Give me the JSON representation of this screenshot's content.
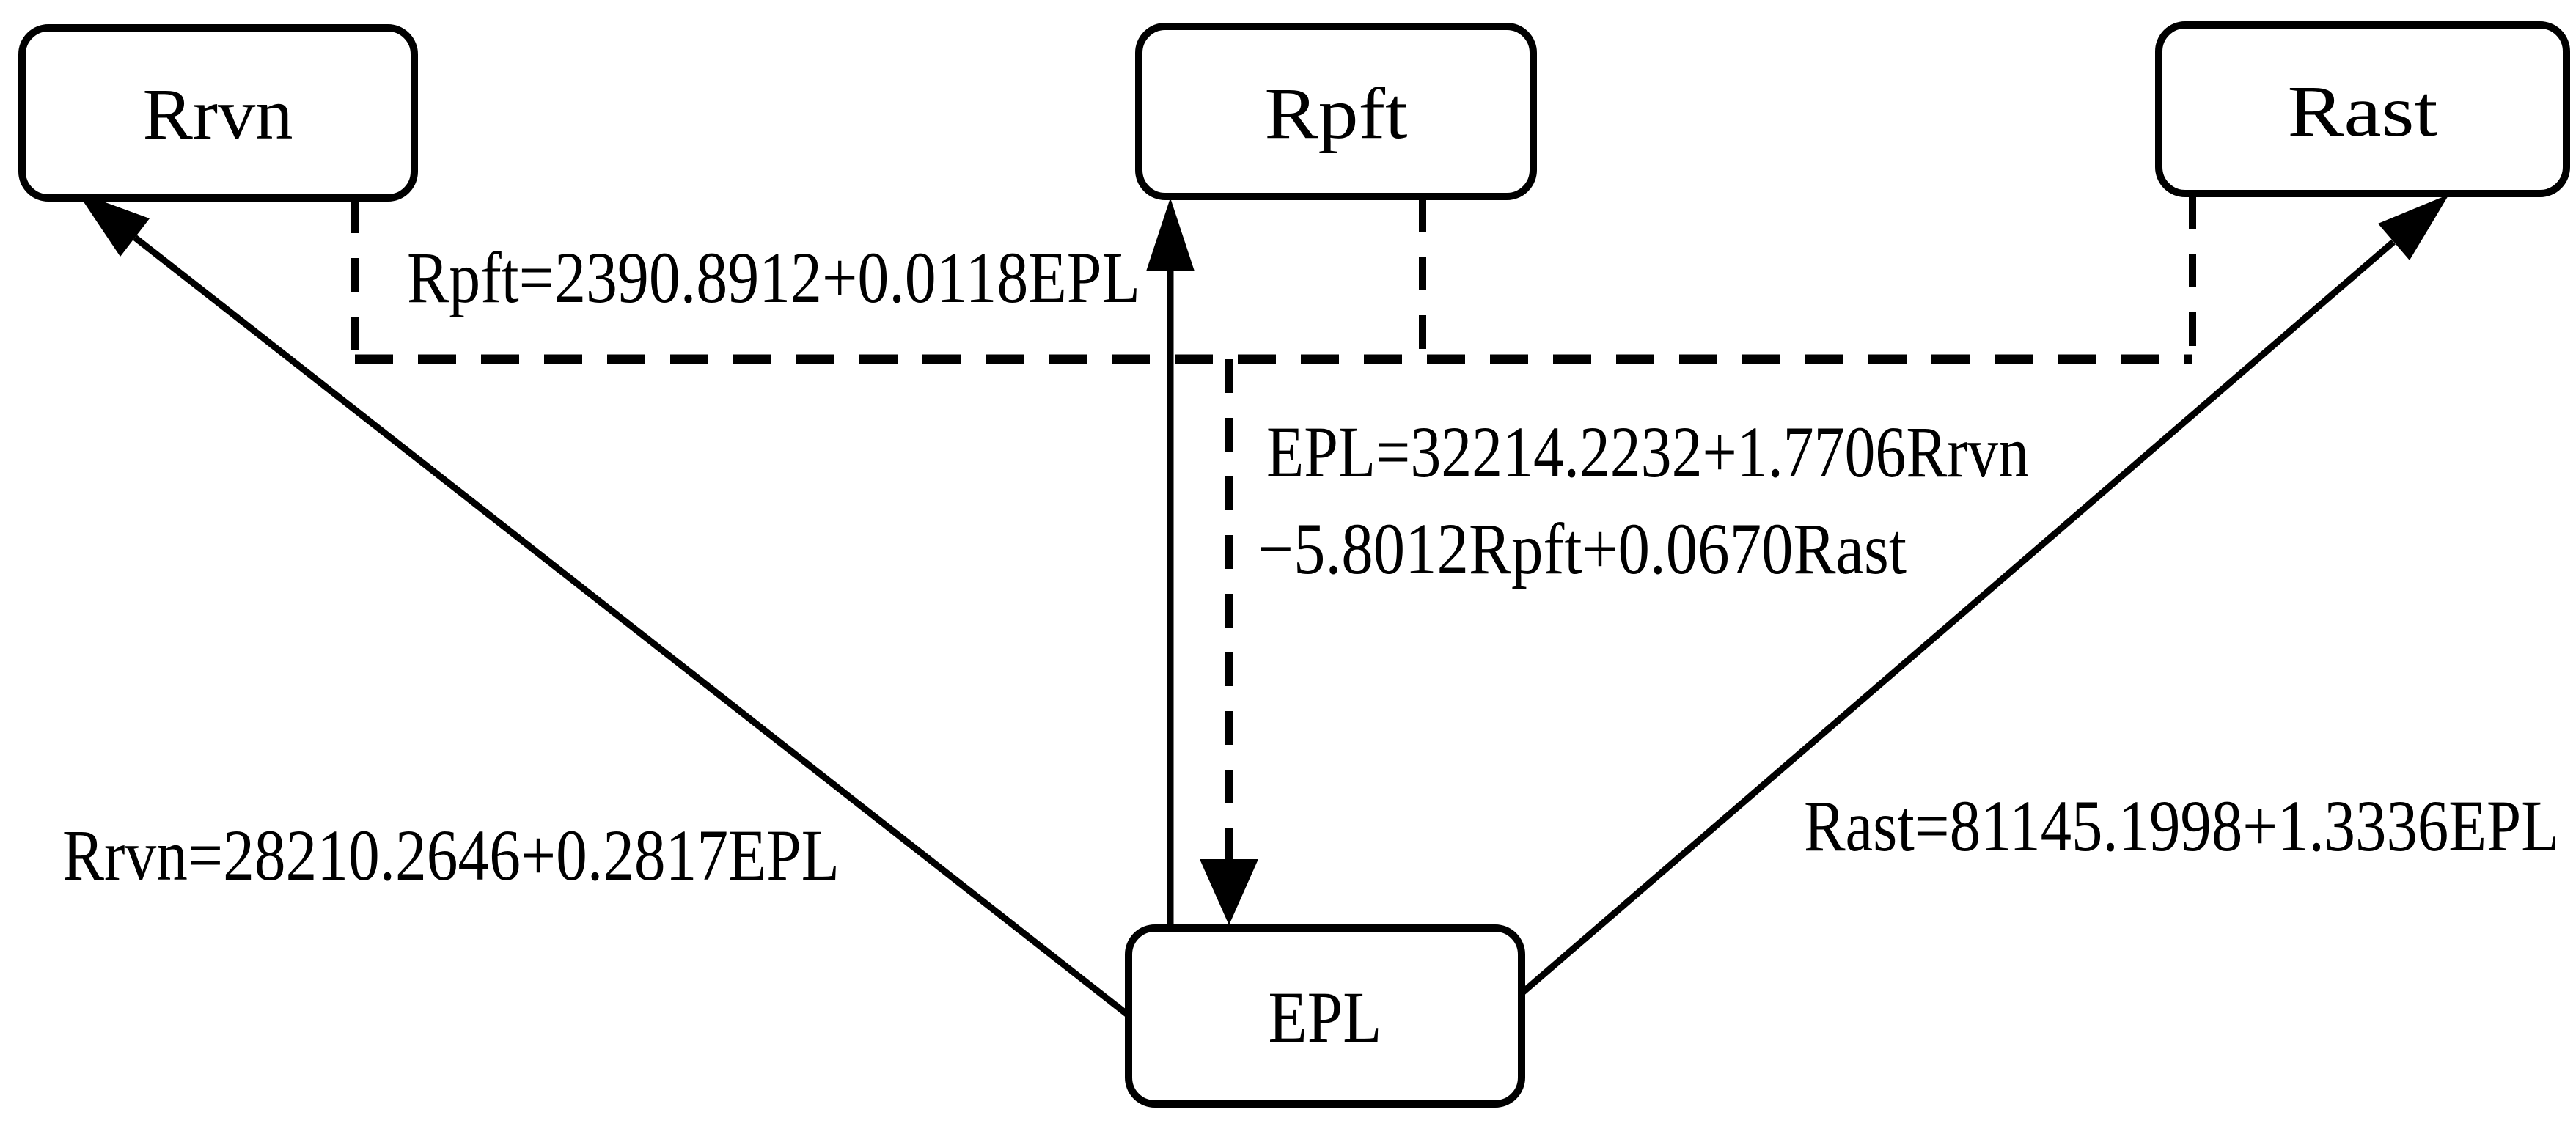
{
  "figure": {
    "background_color": "#ffffff",
    "line_color": "#000000",
    "nodes": {
      "rrvn": {
        "label": "Rrvn"
      },
      "rpft": {
        "label": "Rpft"
      },
      "rast": {
        "label": "Rast"
      },
      "epl": {
        "label": "EPL"
      }
    },
    "equations": {
      "rpft_eq": "Rpft=2390.8912+0.0118EPL",
      "rrvn_eq": "Rrvn=28210.2646+0.2817EPL",
      "rast_eq": "Rast=81145.1998+1.3336EPL",
      "epl_eq_line1": "EPL=32214.2232+1.7706Rrvn",
      "epl_eq_line2": "−5.8012Rpft+0.0670Rast"
    }
  }
}
